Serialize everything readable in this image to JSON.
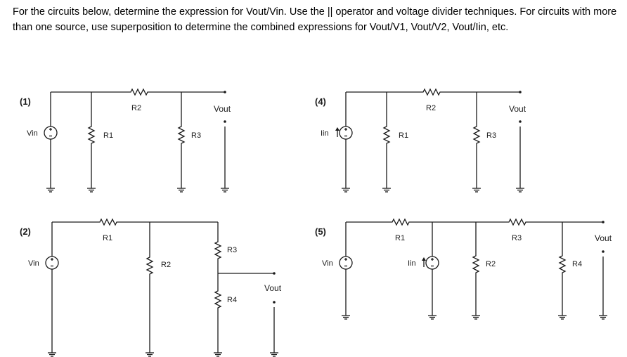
{
  "prompt": {
    "text": "For the circuits below, determine the expression for Vout/Vin. Use the || operator and voltage divider techniques. For circuits with more than one source, use superposition to determine the combined expressions for Vout/V1, Vout/V2, Vout/Iin, etc."
  },
  "circuits": {
    "c1": {
      "number": "(1)",
      "source": "Vin",
      "r1": "R1",
      "r2": "R2",
      "r3": "R3",
      "out": "Vout"
    },
    "c2": {
      "number": "(2)",
      "source": "Vin",
      "r1": "R1",
      "r2": "R2",
      "r3": "R3",
      "r4": "R4",
      "out": "Vout"
    },
    "c4": {
      "number": "(4)",
      "source": "Iin",
      "r1": "R1",
      "r2": "R2",
      "r3": "R3",
      "out": "Vout"
    },
    "c5": {
      "number": "(5)",
      "source1": "Vin",
      "source2": "Iin",
      "r1": "R1",
      "r2": "R2",
      "r3": "R3",
      "r4": "R4",
      "out": "Vout"
    }
  },
  "symbols": {
    "plus": "+",
    "minus": "−"
  }
}
